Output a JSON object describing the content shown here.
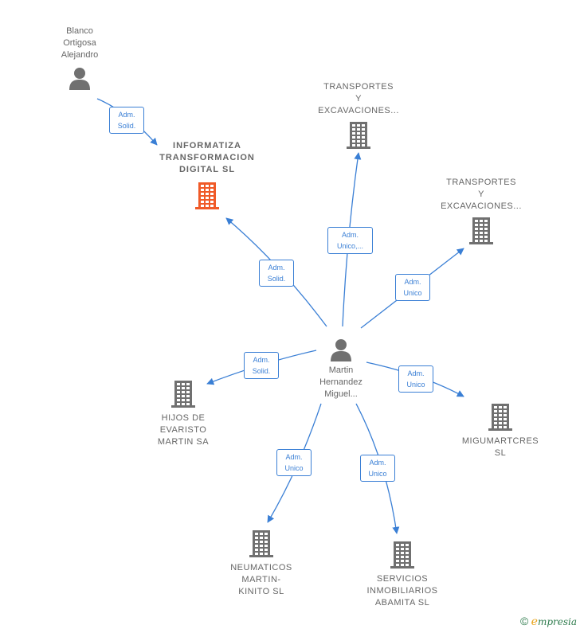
{
  "nodes": [
    {
      "id": "blanco",
      "kind": "person",
      "label": "Blanco\nOrtigosa\nAlejandro"
    },
    {
      "id": "martin",
      "kind": "person",
      "label": "Martin\nHernandez\nMiguel..."
    },
    {
      "id": "informatiza",
      "kind": "company",
      "focus": true,
      "label": "INFORMATIZA\nTRANSFORMACION\nDIGITAL  SL"
    },
    {
      "id": "transportes1",
      "kind": "company",
      "label": "TRANSPORTES\nY\nEXCAVACIONES..."
    },
    {
      "id": "transportes2",
      "kind": "company",
      "label": "TRANSPORTES\nY\nEXCAVACIONES..."
    },
    {
      "id": "hijos",
      "kind": "company",
      "label": "HIJOS DE\nEVARISTO\nMARTIN SA"
    },
    {
      "id": "migumartcres",
      "kind": "company",
      "label": "MIGUMARTCRES\nSL"
    },
    {
      "id": "neumaticos",
      "kind": "company",
      "label": "NEUMATICOS\nMARTIN-\nKINITO  SL"
    },
    {
      "id": "servicios",
      "kind": "company",
      "label": "SERVICIOS\nINMOBILIARIOS\nABAMITA  SL"
    }
  ],
  "edges": [
    {
      "from": "blanco",
      "to": "informatiza",
      "label": "Adm.\nSolid."
    },
    {
      "from": "martin",
      "to": "informatiza",
      "label": "Adm.\nSolid."
    },
    {
      "from": "martin",
      "to": "transportes1",
      "label": "Adm.\nUnico,..."
    },
    {
      "from": "martin",
      "to": "transportes2",
      "label": "Adm.\nUnico"
    },
    {
      "from": "martin",
      "to": "hijos",
      "label": "Adm.\nSolid."
    },
    {
      "from": "martin",
      "to": "migumartcres",
      "label": "Adm.\nUnico"
    },
    {
      "from": "martin",
      "to": "neumaticos",
      "label": "Adm.\nUnico"
    },
    {
      "from": "martin",
      "to": "servicios",
      "label": "Adm.\nUnico"
    }
  ],
  "colors": {
    "edge": "#3a7fd5",
    "company": "#707070",
    "focus": "#f05a28",
    "person": "#707070"
  },
  "brand": {
    "copyright": "©",
    "initial": "e",
    "rest": "mpresia"
  }
}
